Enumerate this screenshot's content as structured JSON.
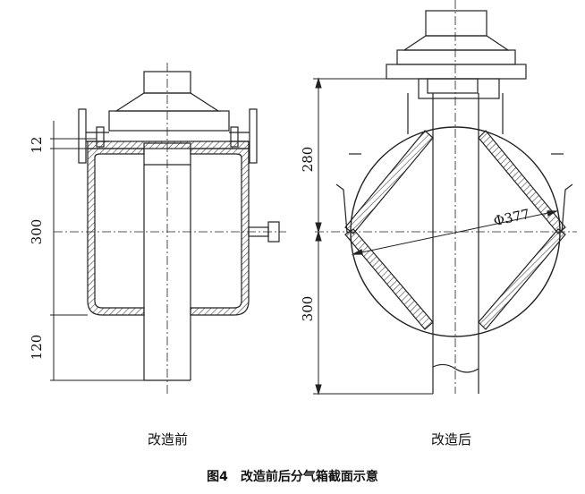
{
  "figure": {
    "caption": "图4　改造前后分气箱截面示意",
    "left_panel": {
      "label": "改造前",
      "dims": {
        "top_gap": "12",
        "box_height": "300",
        "pipe_extension": "120"
      }
    },
    "right_panel": {
      "label": "改造后",
      "dims": {
        "upper": "280",
        "lower": "300",
        "diameter": "Φ377"
      }
    },
    "colors": {
      "line": "#222222",
      "hatch": "#555555",
      "background": "#ffffff"
    }
  }
}
